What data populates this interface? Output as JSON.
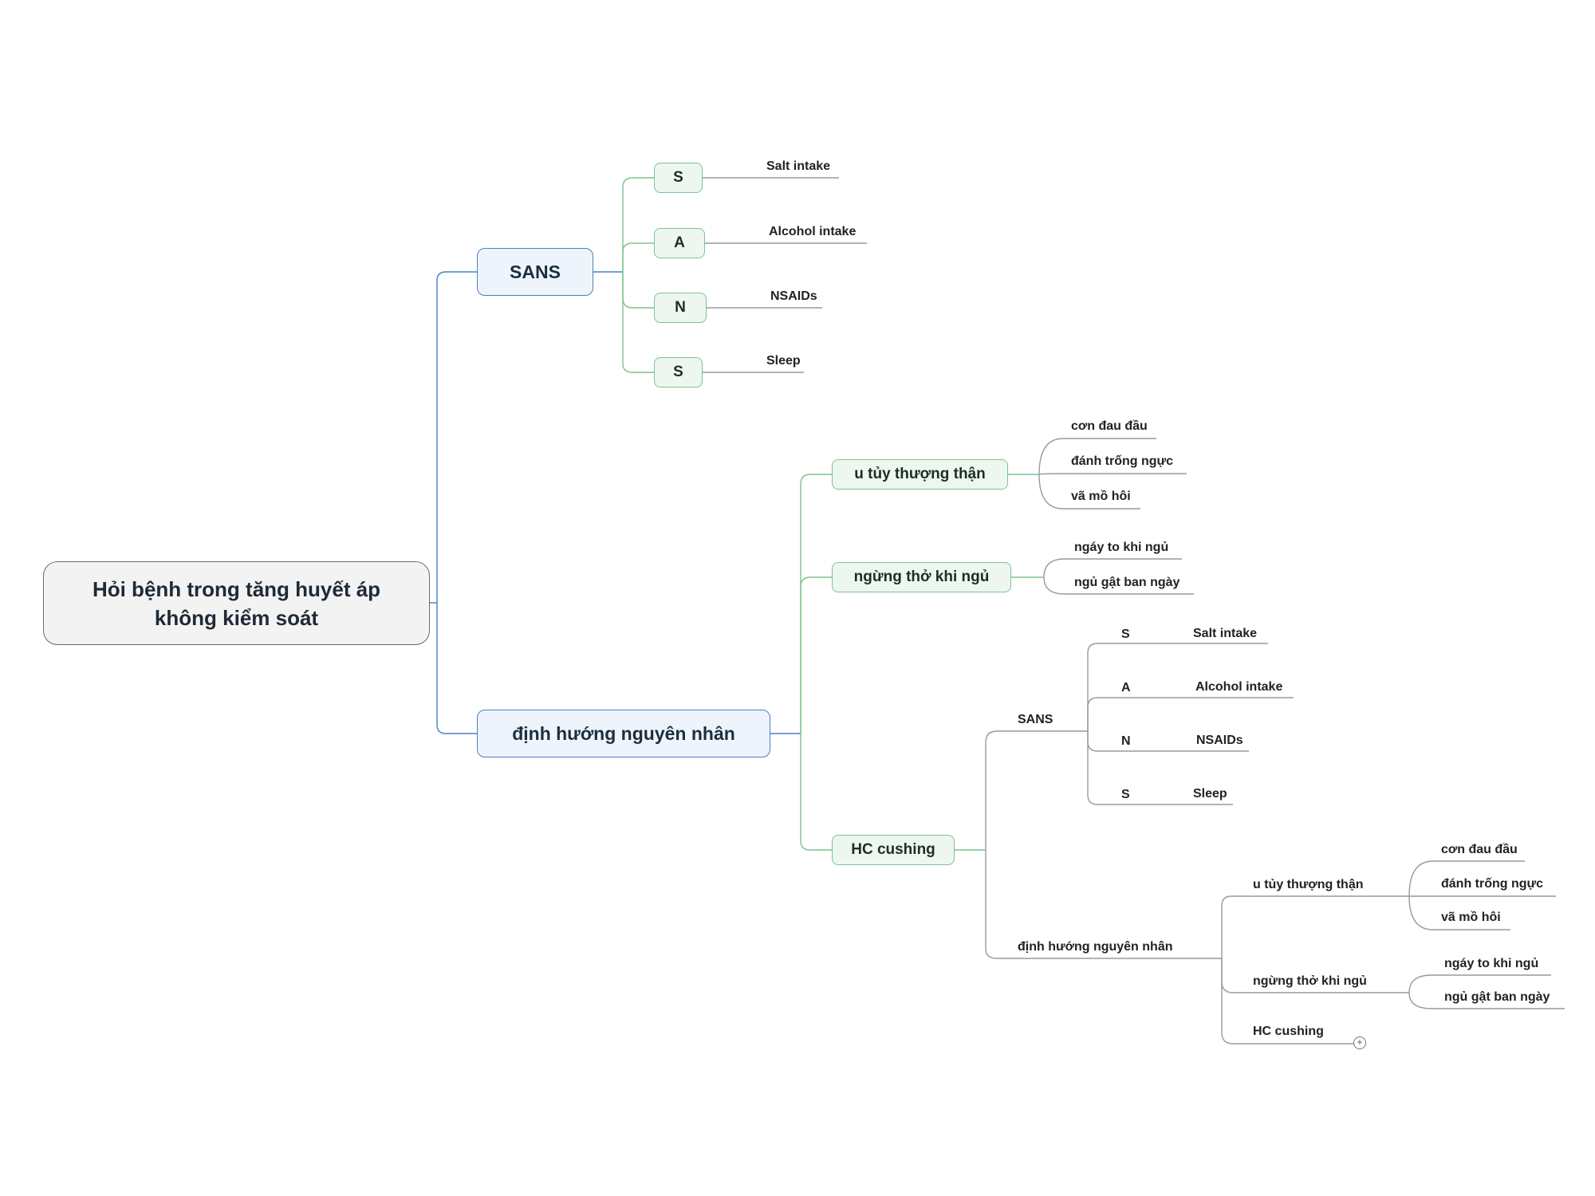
{
  "root": {
    "line1": "Hỏi bệnh trong tăng huyết áp",
    "line2": "không kiểm soát"
  },
  "sans": {
    "label": "SANS",
    "items": [
      {
        "letter": "S",
        "text": "Salt intake"
      },
      {
        "letter": "A",
        "text": "Alcohol intake"
      },
      {
        "letter": "N",
        "text": "NSAIDs"
      },
      {
        "letter": "S",
        "text": "Sleep"
      }
    ]
  },
  "cause": {
    "label": "định hướng nguyên nhân",
    "pheo": {
      "label": "u tủy thượng thận",
      "symptoms": [
        "cơn đau đầu",
        "đánh trống ngực",
        "vã mồ hôi"
      ]
    },
    "apnea": {
      "label": "ngừng thở khi ngủ",
      "symptoms": [
        "ngáy to khi ngủ",
        "ngủ gật ban ngày"
      ]
    },
    "cushing": {
      "label": "HC cushing",
      "sans": {
        "label": "SANS",
        "items": [
          {
            "letter": "S",
            "text": "Salt intake"
          },
          {
            "letter": "A",
            "text": "Alcohol intake"
          },
          {
            "letter": "N",
            "text": "NSAIDs"
          },
          {
            "letter": "S",
            "text": "Sleep"
          }
        ]
      },
      "cause": {
        "label": "định hướng nguyên nhân",
        "pheo": {
          "label": "u tủy thượng thận",
          "symptoms": [
            "cơn đau đầu",
            "đánh trống ngực",
            "vã mồ hôi"
          ]
        },
        "apnea": {
          "label": "ngừng thở khi ngủ",
          "symptoms": [
            "ngáy to khi ngủ",
            "ngủ gật ban ngày"
          ]
        },
        "cushing": {
          "label": "HC cushing",
          "collapsed_symbol": "+"
        }
      }
    }
  },
  "colors": {
    "main_line": "#4a80c0",
    "sub_line": "#7cc291",
    "deep_line": "#9a9a9a",
    "root_border": "#6b6b6b"
  }
}
